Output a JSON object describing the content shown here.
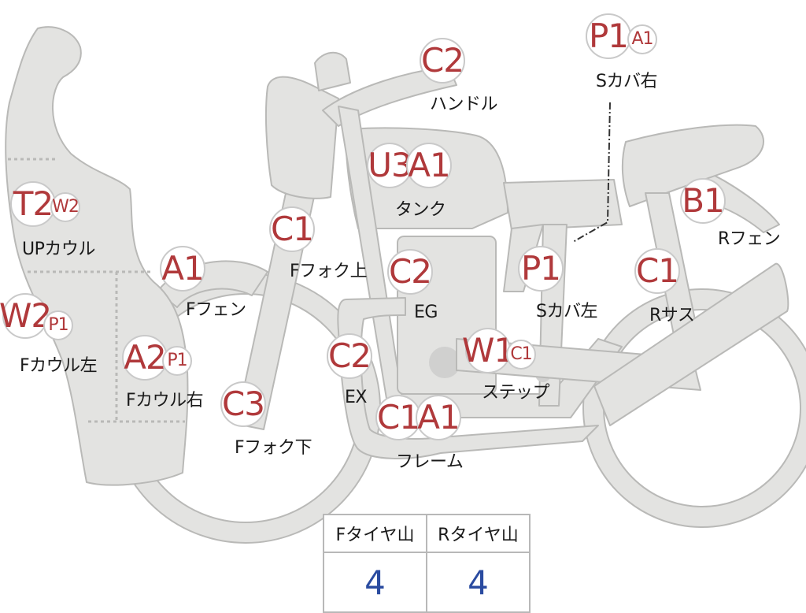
{
  "colors": {
    "part_fill": "#e3e3e1",
    "part_stroke": "#b9b9b7",
    "badge_text": "#b0393b",
    "value_text": "#2a4ba0"
  },
  "parts": {
    "up_cowl": {
      "label": "UPカウル",
      "codes": [
        "T2",
        "W2"
      ]
    },
    "f_cowl_left": {
      "label": "Fカウル左",
      "codes": [
        "W2",
        "P1"
      ]
    },
    "f_cowl_right": {
      "label": "Fカウル右",
      "codes": [
        "A2",
        "P1"
      ]
    },
    "f_fender": {
      "label": "Fフェン",
      "codes": [
        "A1"
      ]
    },
    "f_fork_upper": {
      "label": "Fフォク上",
      "codes": [
        "C1"
      ]
    },
    "f_fork_lower": {
      "label": "Fフォク下",
      "codes": [
        "C3"
      ]
    },
    "handle": {
      "label": "ハンドル",
      "codes": [
        "C2"
      ]
    },
    "tank": {
      "label": "タンク",
      "codes": [
        "U3",
        "A1"
      ]
    },
    "engine": {
      "label": "EG",
      "codes": [
        "C2"
      ]
    },
    "exhaust": {
      "label": "EX",
      "codes": [
        "C2"
      ]
    },
    "frame": {
      "label": "フレーム",
      "codes": [
        "C1",
        "A1"
      ]
    },
    "step": {
      "label": "ステップ",
      "codes": [
        "W1",
        "C1"
      ]
    },
    "s_cover_left": {
      "label": "Sカバ左",
      "codes": [
        "P1"
      ]
    },
    "s_cover_right": {
      "label": "Sカバ右",
      "codes": [
        "P1",
        "A1"
      ]
    },
    "r_fender": {
      "label": "Rフェン",
      "codes": [
        "B1"
      ]
    },
    "r_suspension": {
      "label": "Rサス",
      "codes": [
        "C1"
      ]
    }
  },
  "tire_table": {
    "headers": [
      "Fタイヤ山",
      "Rタイヤ山"
    ],
    "values": [
      "4",
      "4"
    ]
  }
}
